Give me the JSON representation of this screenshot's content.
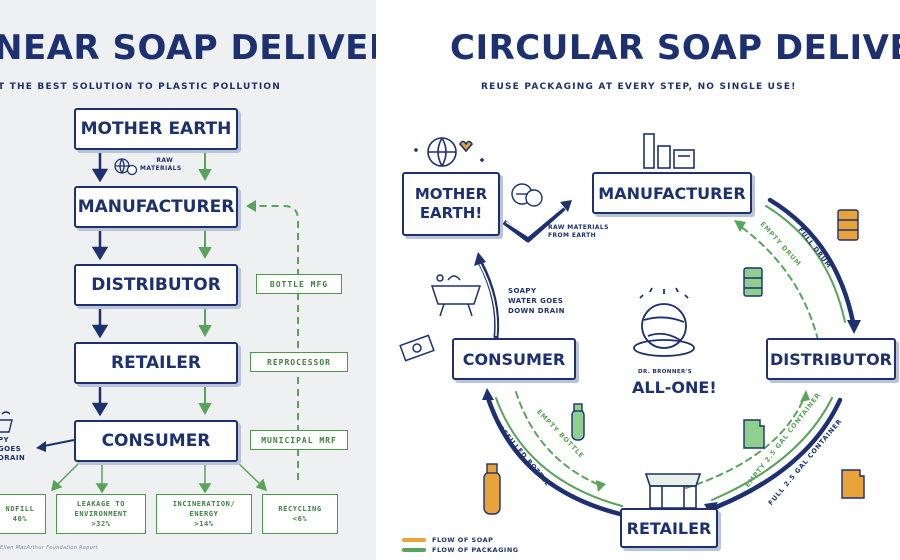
{
  "left": {
    "title": "NEAR SOAP DELIVERY",
    "subtitle": "T THE BEST SOLUTION TO PLASTIC POLLUTION",
    "nodes": {
      "mother_earth": "MOTHER EARTH",
      "manufacturer": "MANUFACTURER",
      "distributor": "DISTRIBUTOR",
      "retailer": "RETAILER",
      "consumer": "CONSUMER"
    },
    "raw_materials": [
      "RAW",
      "MATERIALS"
    ],
    "side_boxes": {
      "bottle_mfg": "BOTTLE MFG",
      "reprocessor": "REPROCESSOR",
      "municipal_mrf": "MUNICIPAL MRF"
    },
    "drain_note": [
      "PY",
      "GOES",
      "DRAIN"
    ],
    "outcomes": [
      {
        "label": "NDFILL",
        "value": "40%"
      },
      {
        "label": "LEAKAGE TO ENVIRONMENT",
        "value": ">32%"
      },
      {
        "label": "INCINERATION/ ENERGY",
        "value": ">14%"
      },
      {
        "label": "RECYCLING",
        "value": "<6%"
      }
    ],
    "footnote": "Ellen MacArthur Foundation Report"
  },
  "right": {
    "title": "CIRCULAR SOAP DELIVERY",
    "subtitle": "REUSE PACKAGING AT EVERY STEP, NO SINGLE USE!",
    "nodes": {
      "mother_earth": [
        "MOTHER",
        "EARTH!"
      ],
      "manufacturer": "MANUFACTURER",
      "distributor": "DISTRIBUTOR",
      "retailer": "RETAILER",
      "consumer": "CONSUMER"
    },
    "raw_materials": [
      "RAW MATERIALS",
      "FROM EARTH"
    ],
    "soapy_water": [
      "SOAPY",
      "WATER GOES",
      "DOWN DRAIN"
    ],
    "brand_small": [
      "DR. BRONNER'S"
    ],
    "brand_big": "ALL-ONE!",
    "path_labels": {
      "full_drum": "FULL DRUM",
      "empty_drum": "EMPTY DRUM",
      "full_container": "FULL 2.5 GAL CONTAINER",
      "empty_container": "EMPTY 2.5 GAL CONTAINER",
      "refilled_bottle": "REFILLED BOTTLE",
      "empty_bottle": "EMPTY BOTTLE"
    },
    "legend": [
      {
        "label": "FLOW OF SOAP",
        "color": "#e8a33a"
      },
      {
        "label": "FLOW OF PACKAGING",
        "color": "#5aa35a"
      }
    ]
  },
  "colors": {
    "navy": "#1d3170",
    "green": "#5aa35a",
    "amber": "#e8a33a",
    "panel_gray": "#eef0f2"
  }
}
